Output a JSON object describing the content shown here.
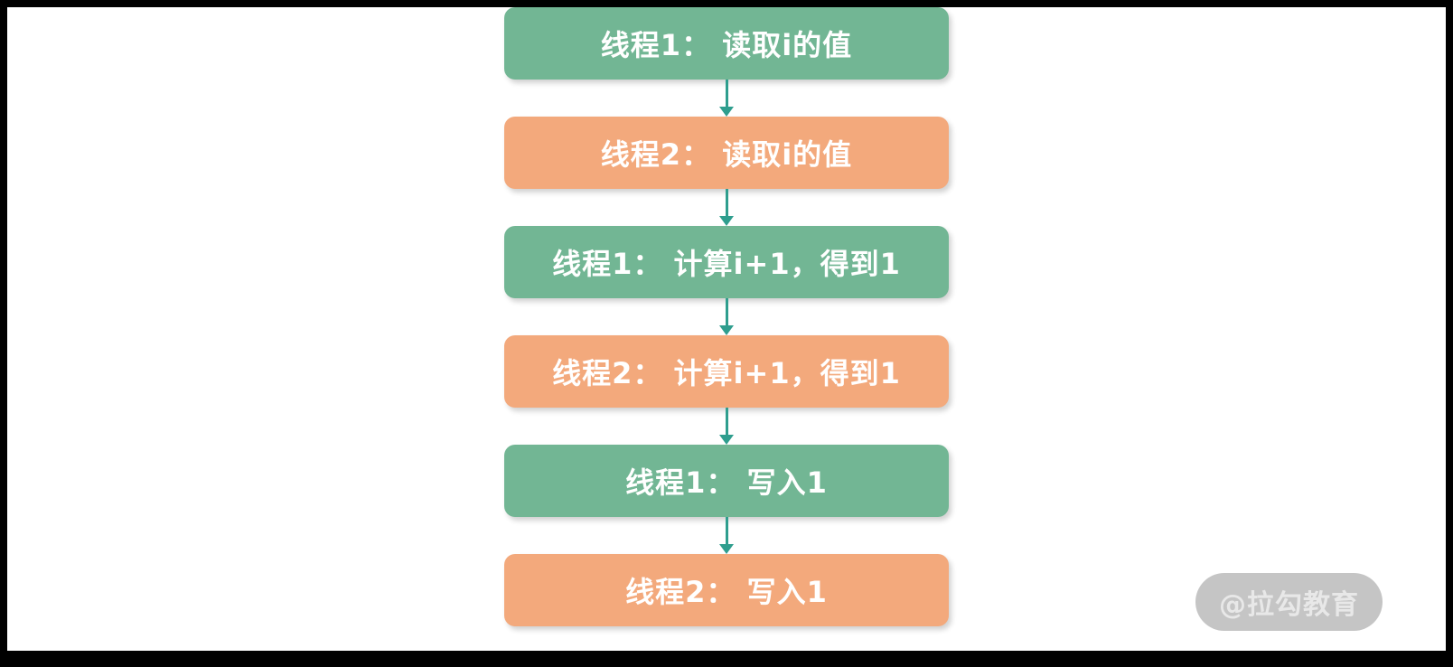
{
  "diagram": {
    "steps": [
      {
        "label": "线程1： 读取i的值",
        "variant": "green"
      },
      {
        "label": "线程2： 读取i的值",
        "variant": "orange"
      },
      {
        "label": "线程1： 计算i+1，得到1",
        "variant": "green"
      },
      {
        "label": "线程2： 计算i+1，得到1",
        "variant": "orange"
      },
      {
        "label": "线程1： 写入1",
        "variant": "green"
      },
      {
        "label": "线程2： 写入1",
        "variant": "orange"
      }
    ],
    "colors": {
      "green_box": "#72b694",
      "orange_box": "#f3a97c",
      "arrow": "#2f9e8e",
      "box_text": "#ffffff",
      "background": "#ffffff",
      "frame": "#000000"
    }
  },
  "watermark": {
    "label": "@拉勾教育"
  }
}
